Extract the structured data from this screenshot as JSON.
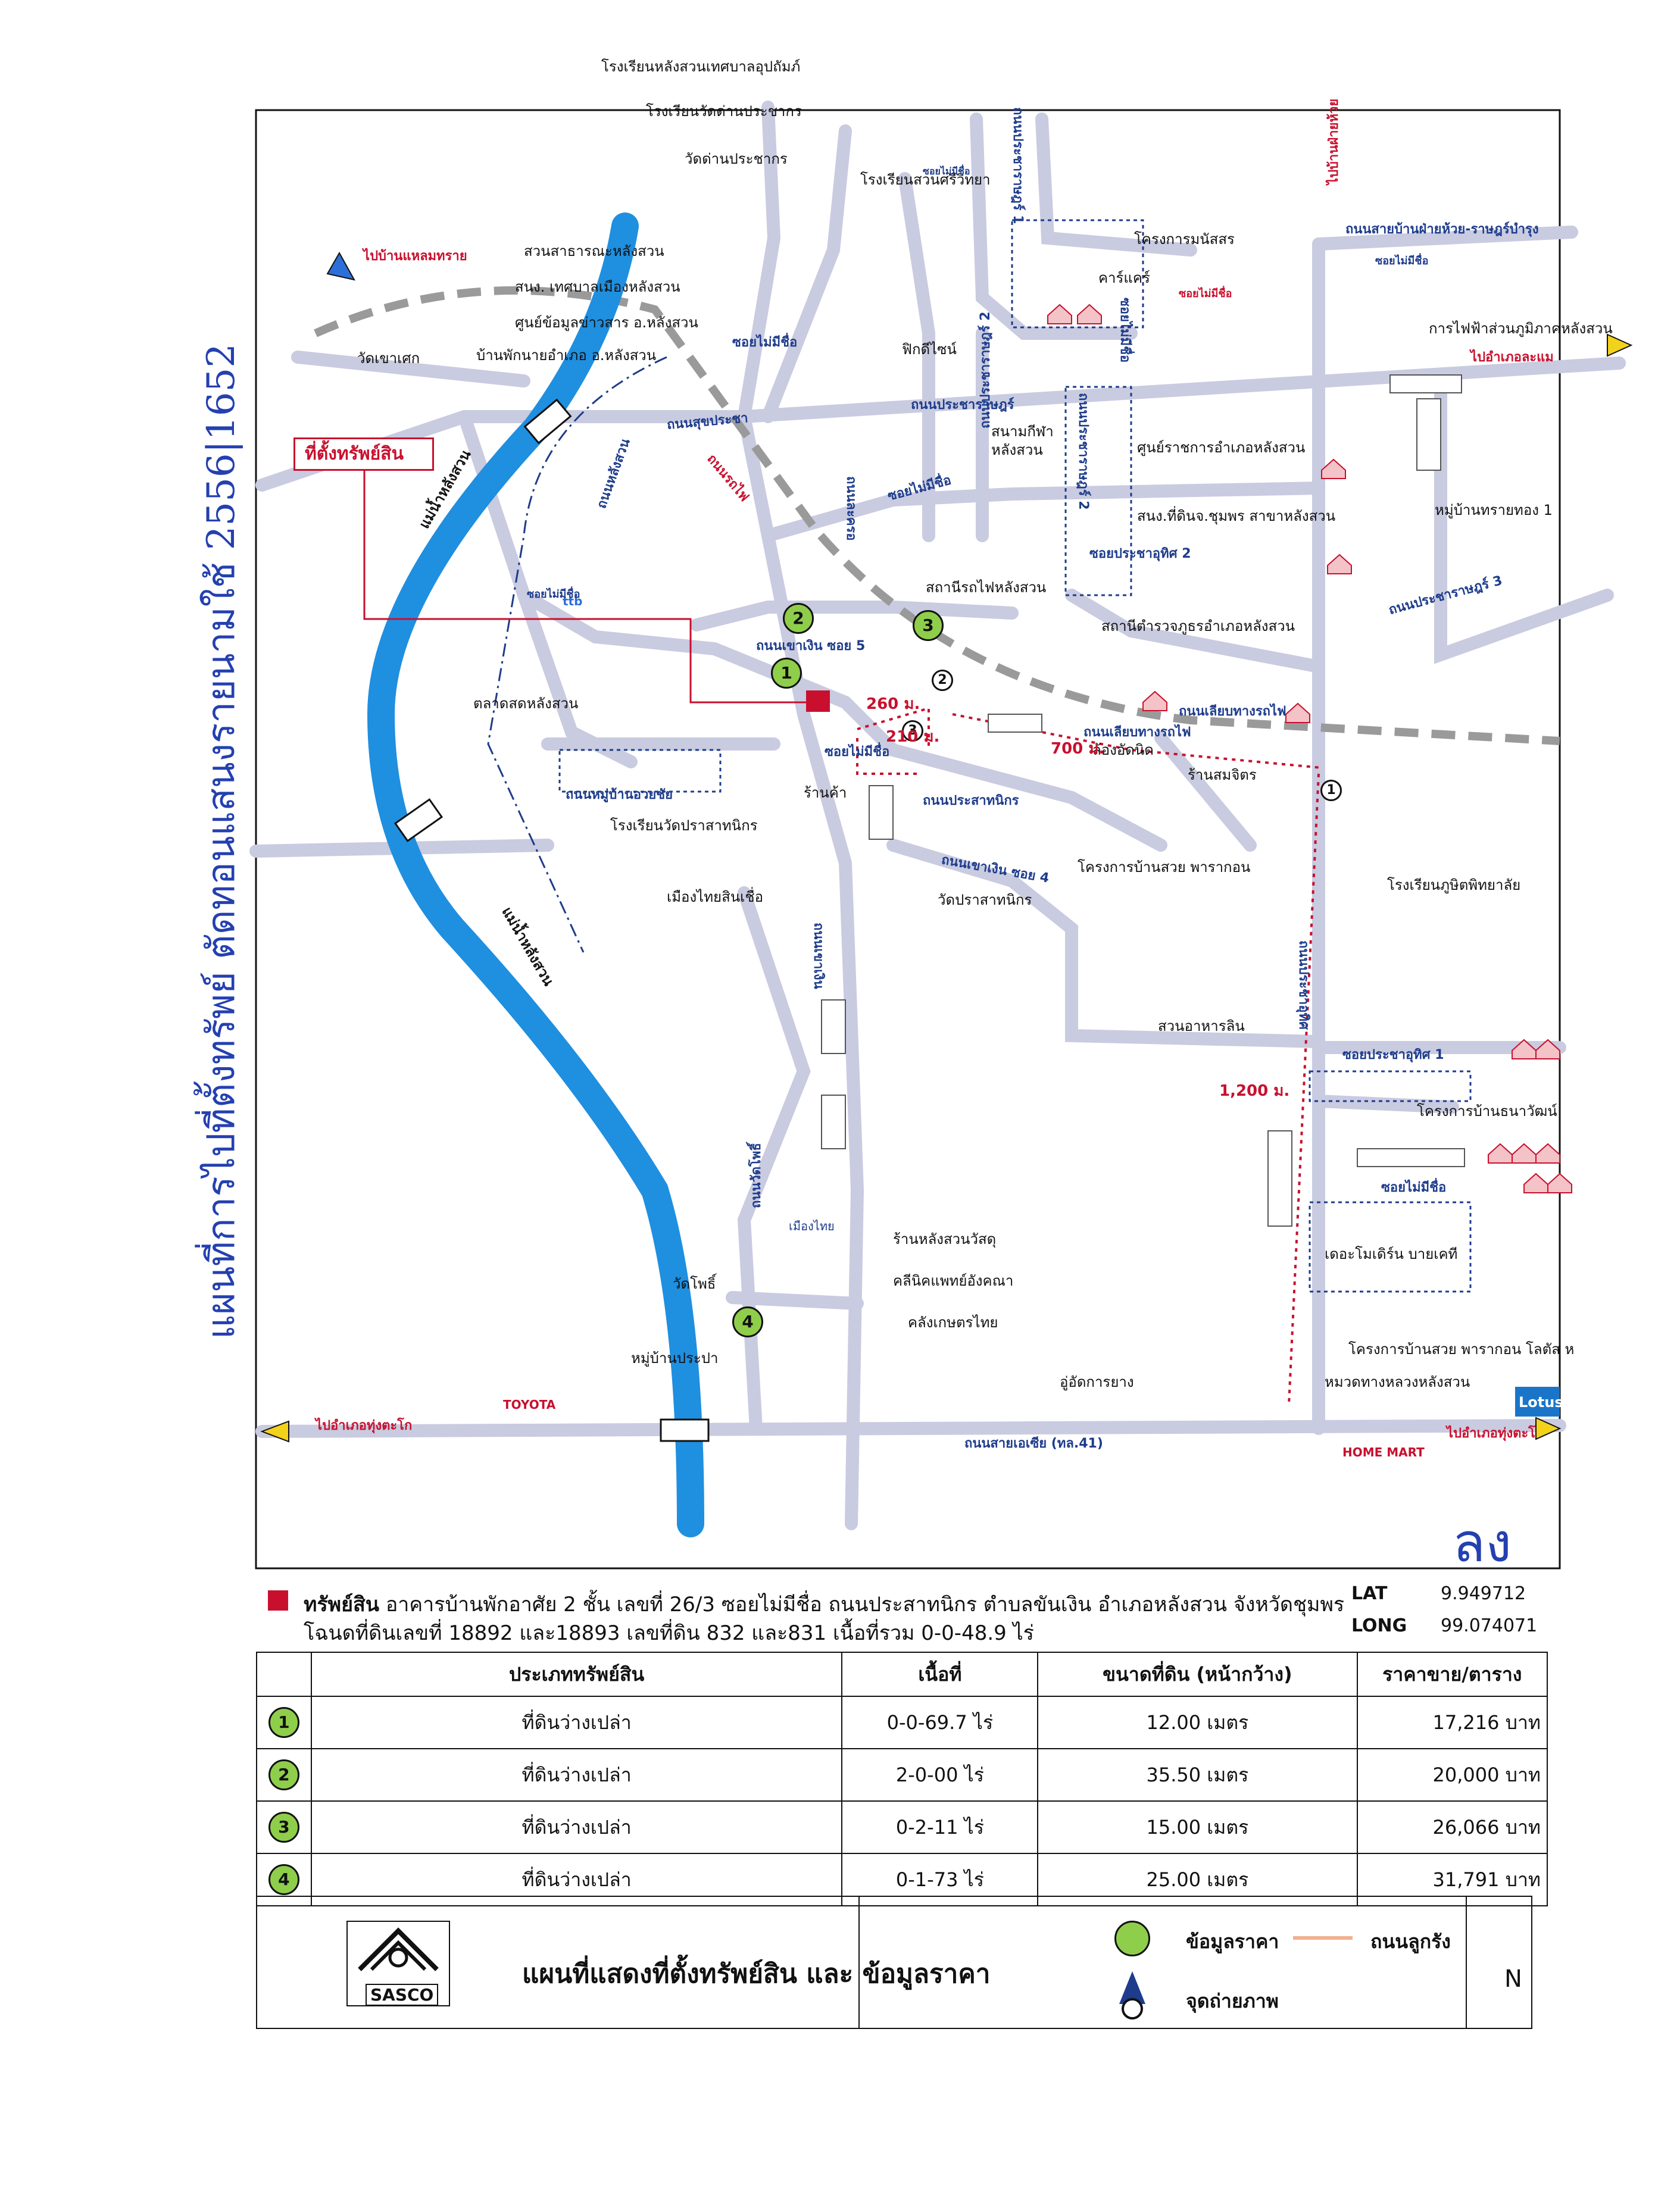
{
  "top_schools": [
    "โรงเรียนหลังสวนเทศบาลอุปถัมภ์",
    "โรงเรียนวัดด่านประชากร",
    "วัดด่านประชากร",
    "โรงเรียนสวนศรีวิทยา"
  ],
  "places": {
    "public_park": "สวนสาธารณะหลังสวน",
    "municipal_office": "สนง. เทศบาลเมืองหลังสวน",
    "info_center": "ศูนย์ข้อมูลข่าวสาร อ.หลังสวน",
    "district_residence": "บ้านพักนายอำเภอ อ.หลังสวน",
    "wat_khaosek": "วัดเขาเศก",
    "to_laem_sai": "ไปบ้านแหลมทราย",
    "no_name_soi_1": "ซอยไม่มีชื่อ",
    "fit_d_sign": "ฟิกดีไซน์",
    "sanam_kila": "สนามกีฬา\nหลังสวน",
    "gov_center": "ศูนย์ราชการอำเภอหลังสวน",
    "land_office": "สนง.ที่ดินจ.ชุมพร สาขาหลังสวน",
    "police": "สถานีตำรวจภูธรอำเภอหลังสวน",
    "train_station": "สถานีรถไฟหลังสวน",
    "fresh_market": "ตลาดสดหลังสวน",
    "wat_prasat_school": "โรงเรียนวัดปราสาทนิกร",
    "wat_prasat": "วัดปราสาทนิกร",
    "muang_thai": "เมืองไทยสินเชื่อ",
    "shop": "ร้านค้า",
    "lung_oditnit": "ล้องอัดนิด",
    "somjit_shop": "ร้านสมจิตร",
    "baan_suay": "โครงการบ้านสวย พารากอน",
    "phusit_school": "โรงเรียนภูษิตพิทยาลัย",
    "suan_ahan_lin": "สวนอาหารลิน",
    "thanaw_project": "โครงการบ้านธนาวัฒน์",
    "the_modern": "เดอะโมเดิร์น บายเคที",
    "lang_suan_wasadu": "ร้านหลังสวนวัสดุ",
    "clinic": "คลีนิคแพทย์อังคณา",
    "klang_kaset": "คลังเกษตรไทย",
    "wat_pho": "วัดโพธิ์",
    "mubaan_prapa": "หมู่บ้านประปา",
    "garage": "อู่อัดการยาง",
    "baan_suay_lotus": "โครงการบ้านสวย พารากอน โลตัส ห",
    "highway_patrol": "หมวดทางหลวงหลังสวน",
    "electricity": "การไฟฟ้าส่วนภูมิภาคหลังสวน",
    "mubaan_saithong": "หมู่บ้านทรายทอง 1",
    "manat_project": "โครงการมนัสสร",
    "car_care": "คาร์แคร์",
    "to_amphoe_lamae": "ไปอำเภอละแม",
    "to_tung_tako_left": "ไปอำเภอทุ่งตะโก",
    "to_tung_tako_right": "ไปอำเภอทุ่งตะโ",
    "to_baan_fai_huay": "ไปบ้านฝ่ายห้วย",
    "toyota": "TOYOTA",
    "home_mart": "HOME MART",
    "lotus": "Lotus",
    "bank_ttb": "ttb",
    "muang_thai_small": "เมืองไทย"
  },
  "roads": {
    "river_1": "แม่น้ำหลังสวน",
    "river_2": "แม่น้ำหลังสวน",
    "suk_pracha": "ถนนสุขประชา",
    "pracha_rat": "ถนนประชาราษฎร์",
    "pracha_rat_1": "ถนนประชาราษฎร์ 1",
    "pracha_rat_2a": "ถนนประชาราษฎร์ 2",
    "pracha_rat_2b": "ถนนประชาราษฎร์ 2",
    "pracha_rat_3": "ถนนประชาราษฎร์ 3",
    "sai_fai_huay": "ถนนสายบ้านฝ่ายห้วย-ราษฎร์บำรุง",
    "khao_ngoen_5": "ถนนเขาเงิน ซอย 5",
    "khao_ngoen_4": "ถนนเขาเงิน ซอย 4",
    "khao_ngoen": "ถนนเขาเงิน",
    "prasat_nikon": "ถนนประสาทนิกร",
    "liap_rotfai_1": "ถนนเลียบทางรถไฟ",
    "liap_rotfai_2": "ถนนเลียบทางรถไฟ",
    "pracha_uthit": "ถนนประชาอุทิศ",
    "soi_pracha_uthit_1": "ซอยประชาอุทิศ 1",
    "soi_pracha_uthit_2": "ซอยประชาอุทิศ 2",
    "asia_road": "ถนนสายเอเซีย (ทล.41)",
    "hang_suan_road": "ถนนหลังสวน",
    "mubaan_uaychai": "ถนนหมู่บ้านอวยชัย",
    "wat_pho_road": "ถนนวัดโพธิ์",
    "soi_no_name_a": "ซอยไม่มีชื่อ",
    "soi_no_name_b": "ซอยไม่มีชื่อ",
    "soi_no_name_c": "ซอยไม่มีชื่อ",
    "soi_no_name_d": "ซอยไม่มีชื่อ",
    "soi_no_name_e": "ซอยไม่มีชื่อ",
    "soi_no_name_f": "ซอยไม่มีชื่อ",
    "soi_no_name_g": "ซอยไม่มีชื่อ",
    "soi_no_name_h": "ซอยไม่มีชื่อ",
    "lakorn_road": "ถนนละครอ",
    "rotfai_road": "ถนนรถไฟ"
  },
  "distances": [
    "260 ม.",
    "210 ม.",
    "700 ม.",
    "1,200 ม."
  ],
  "asset_location_label": "ที่ตั้งทรัพย์สิน",
  "markers": {
    "photo_points": [
      "1",
      "2",
      "3"
    ],
    "price_points": [
      "1",
      "2",
      "3",
      "4"
    ]
  },
  "vertical_note": "แผนที่การไปที่ตั้งทรัพย์ ตัดทอนแสนงรายนามใช้ 2556|1652",
  "signature": "ลง",
  "asset": {
    "title": "ทรัพย์สิน",
    "line1": "อาคารบ้านพักอาศัย 2 ชั้น เลขที่ 26/3 ซอยไม่มีชื่อ ถนนประสาทนิกร ตำบลขันเงิน อำเภอหลังสวน จังหวัดชุมพร",
    "line2": "โฉนดที่ดินเลขที่ 18892 และ18893 เลขที่ดิน 832 และ831 เนื้อที่รวม 0-0-48.9 ไร่",
    "lat_label": "LAT",
    "lat": "9.949712",
    "long_label": "LONG",
    "long": "99.074071"
  },
  "table": {
    "headers": [
      "",
      "ประเภททรัพย์สิน",
      "เนื้อที่",
      "ขนาดที่ดิน (หน้ากว้าง)",
      "ราคาขาย/ตาราง"
    ],
    "rows": [
      {
        "num": "1",
        "type": "ที่ดินว่างเปล่า",
        "area": "0-0-69.7 ไร่",
        "width": "12.00 เมตร",
        "price": "17,216 บาท"
      },
      {
        "num": "2",
        "type": "ที่ดินว่างเปล่า",
        "area": "2-0-00 ไร่",
        "width": "35.50 เมตร",
        "price": "20,000 บาท"
      },
      {
        "num": "3",
        "type": "ที่ดินว่างเปล่า",
        "area": "0-2-11 ไร่",
        "width": "15.00 เมตร",
        "price": "26,066 บาท"
      },
      {
        "num": "4",
        "type": "ที่ดินว่างเปล่า",
        "area": "0-1-73 ไร่",
        "width": "25.00 เมตร",
        "price": "31,791 บาท"
      }
    ]
  },
  "footer": {
    "logo_text": "SASCO",
    "title": "แผนที่แสดงที่ตั้งทรัพย์สิน และ ข้อมูลราคา",
    "legend_price": "ข้อมูลราคา",
    "legend_laterite": "ถนนลูกรัง",
    "legend_photo": "จุดถ่ายภาพ",
    "north": "N"
  },
  "colors": {
    "river": "#1f8fe0",
    "road": "#c9cbe0",
    "rail": "#9a9a9a",
    "asset": "#c8102e",
    "price_marker": "#8fce4a",
    "photo_marker": "#1e3c8c",
    "route": "#c8102e"
  }
}
